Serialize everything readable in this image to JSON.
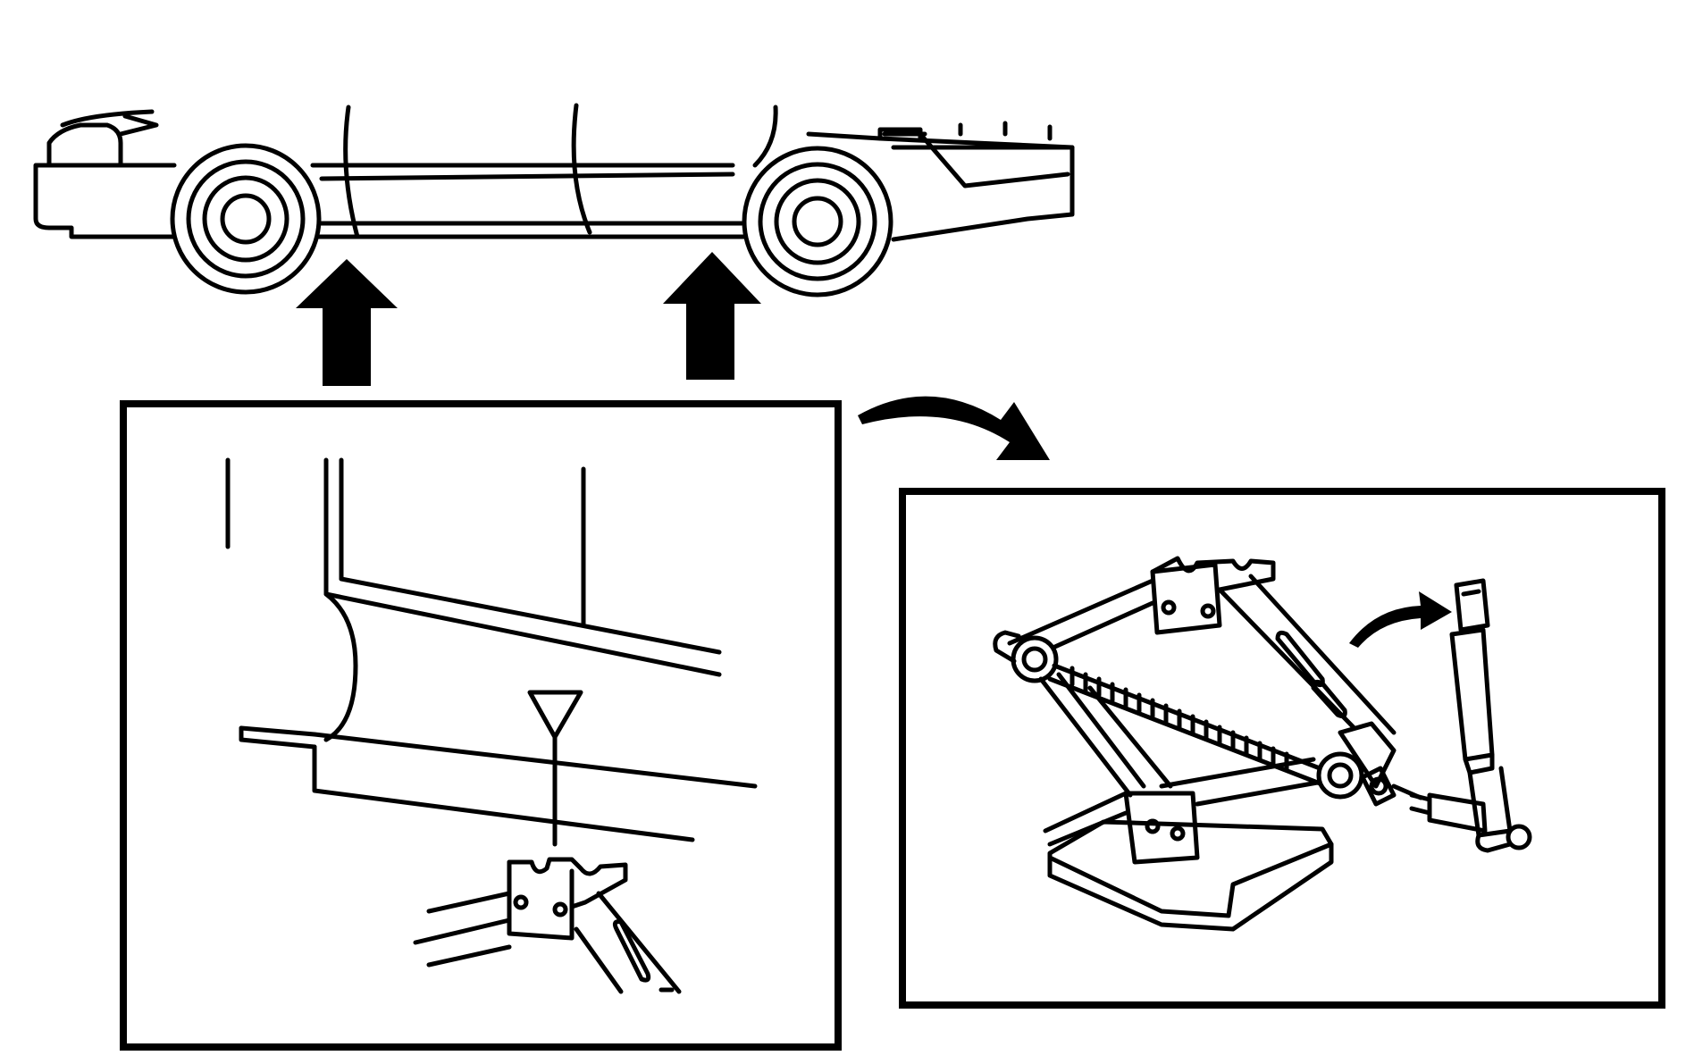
{
  "figure": {
    "kind": "technical-illustration",
    "colors": {
      "stroke": "#000000",
      "background": "#ffffff"
    },
    "panels": [
      "vehicle-side-view",
      "jacking-point-detail",
      "scissor-jack-detail"
    ],
    "icons": [
      "vehicle-outline-icon",
      "up-arrow-icon",
      "curved-arrow-icon",
      "scissor-jack-icon",
      "jack-handle-icon",
      "triangle-marker-icon"
    ],
    "text_labels": []
  }
}
